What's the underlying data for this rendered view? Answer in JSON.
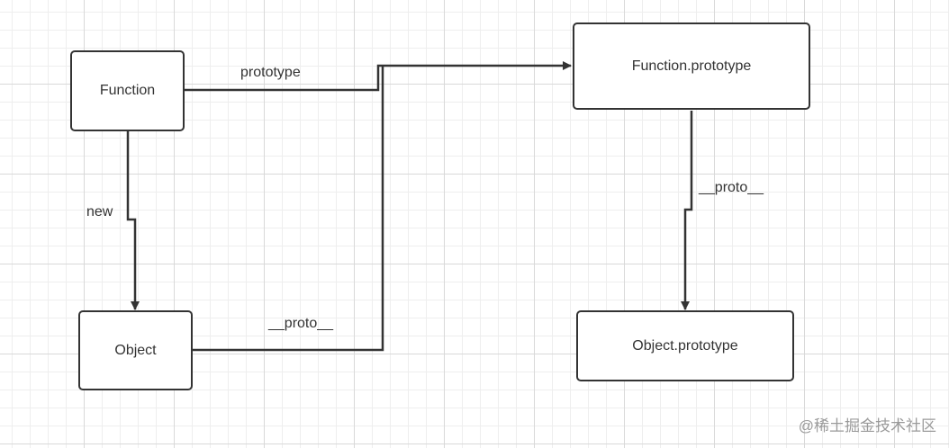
{
  "nodes": {
    "function": "Function",
    "object": "Object",
    "function_prototype": "Function.prototype",
    "object_prototype": "Object.prototype"
  },
  "edges": {
    "function_prototype_label": "prototype",
    "function_new_label": "new",
    "object_proto_label": "__proto__",
    "funcproto_proto_label": "__proto__"
  },
  "watermark": "@稀土掘金技术社区"
}
